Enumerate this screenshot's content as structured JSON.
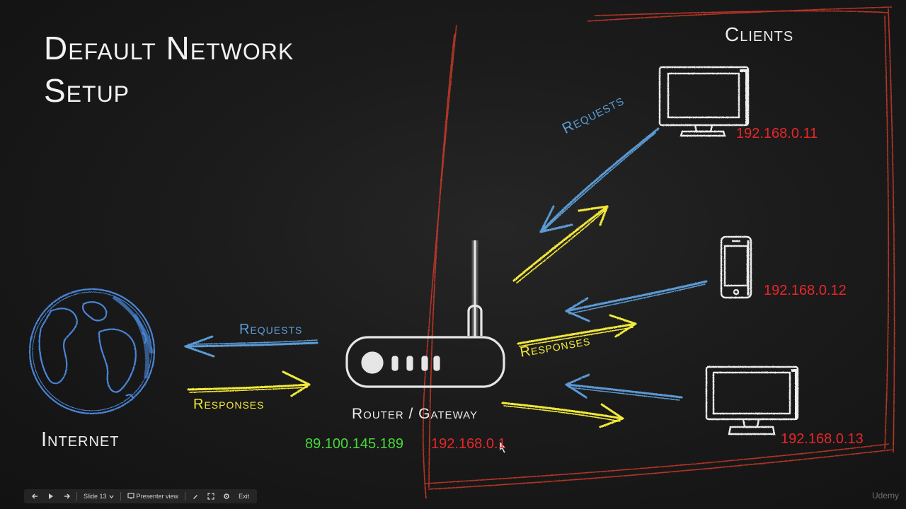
{
  "slide": {
    "title_line1": "Default Network",
    "title_line2": "Setup",
    "clients_label": "Clients",
    "internet_label": "Internet",
    "router_label": "Router / Gateway",
    "router_public_ip": "89.100.145.189",
    "router_private_ip": "192.168.0.1",
    "client1_ip": "192.168.0.11",
    "client2_ip": "192.168.0.12",
    "client3_ip": "192.168.0.13",
    "requests_left": "Requests",
    "responses_left": "Responses",
    "requests_right": "Requests",
    "responses_right": "Responses"
  },
  "colors": {
    "requests": "#5b9bd5",
    "responses": "#f3e93a",
    "private_ip": "#e8262a",
    "public_ip": "#48d83a",
    "network_boundary": "#d03a2a",
    "chalk": "#ececec"
  },
  "icons": {
    "globe": "globe-icon",
    "router": "router-icon",
    "monitor": "monitor-icon",
    "phone": "phone-icon"
  },
  "toolbar": {
    "slide_label": "Slide 13",
    "presenter_label": "Presenter view",
    "exit_label": "Exit"
  },
  "watermark": "Udemy"
}
